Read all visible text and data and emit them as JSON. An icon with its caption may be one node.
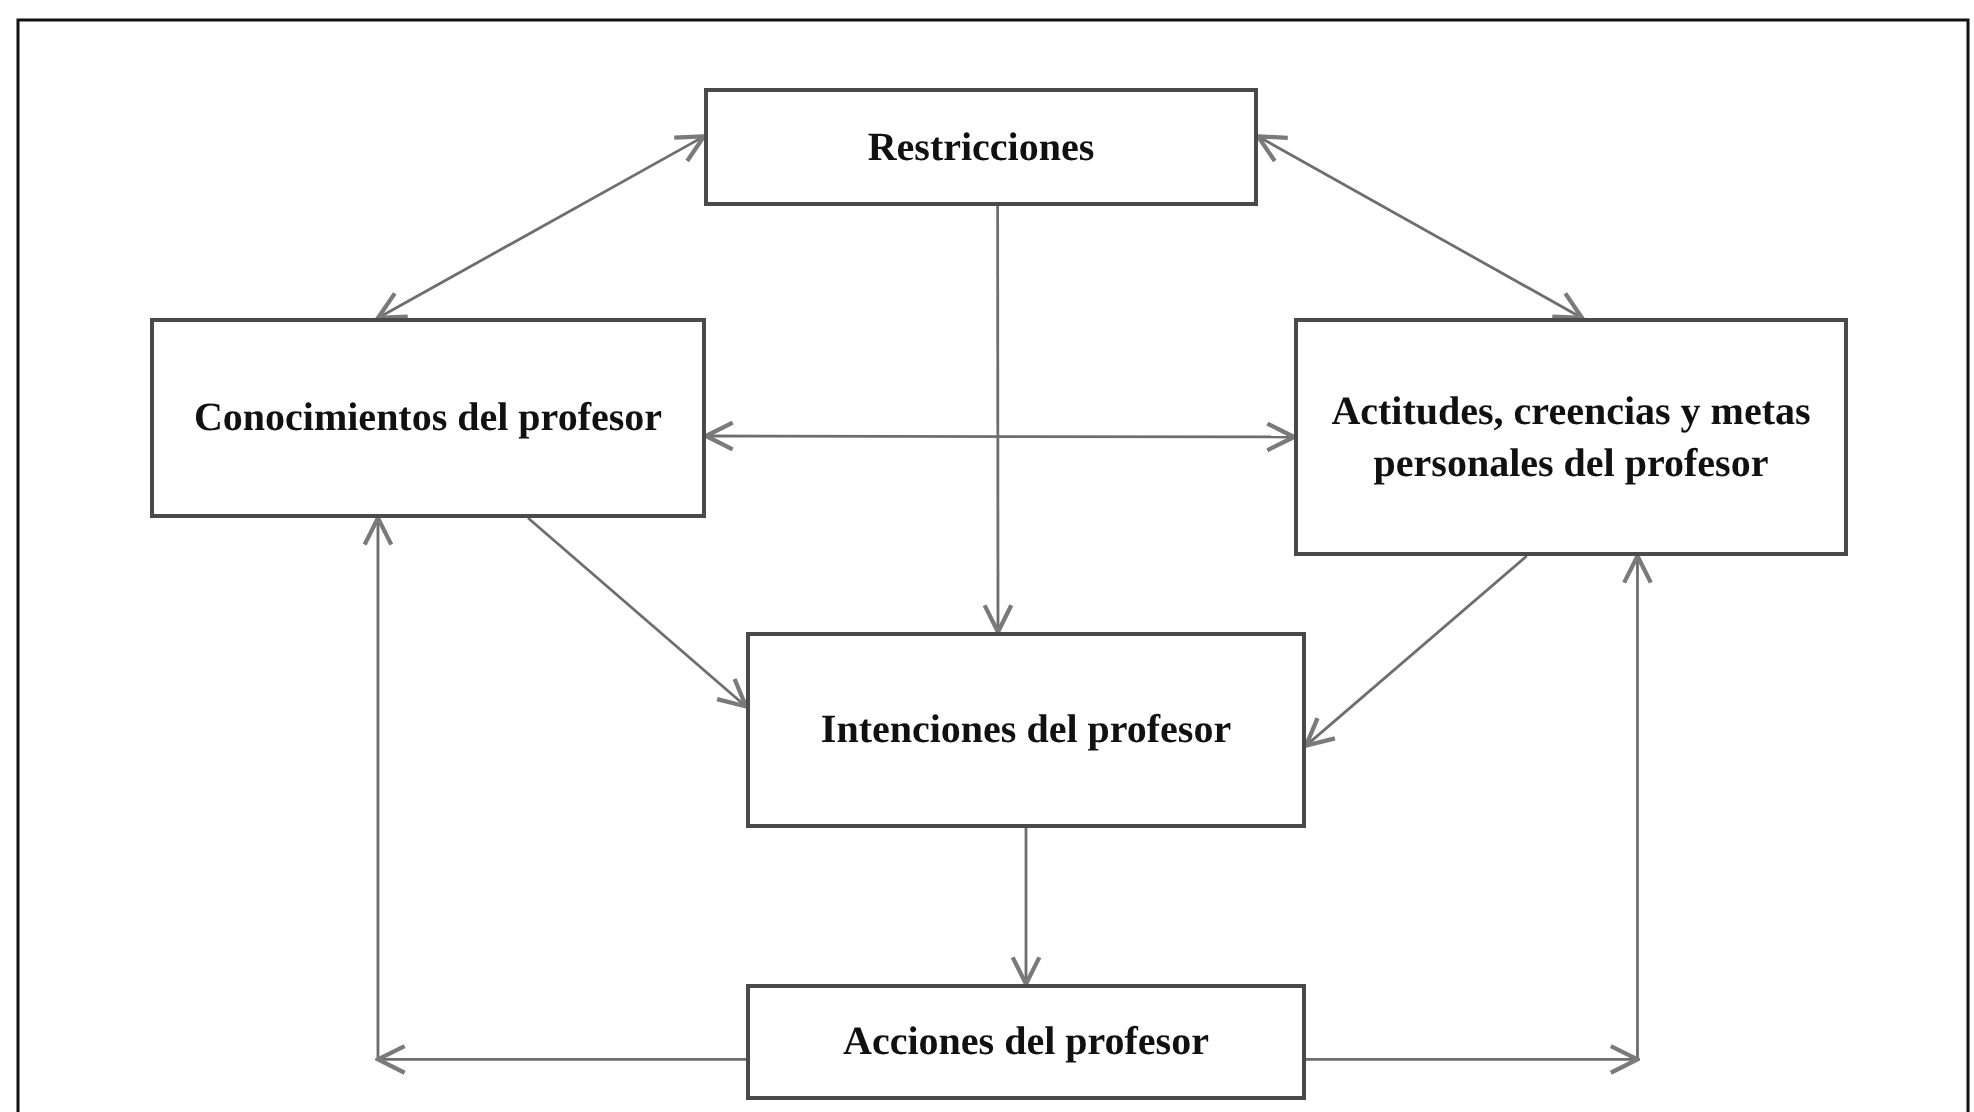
{
  "diagram": {
    "nodes": [
      {
        "text": [
          "Restricciones"
        ]
      },
      {
        "text": [
          "Conocimientos del profesor"
        ]
      },
      {
        "text": [
          "Actitudes, creencias y metas personales del profesor"
        ]
      },
      {
        "text": [
          "Intenciones del profesor"
        ]
      },
      {
        "text": [
          "Acciones del profesor"
        ]
      }
    ],
    "edges": [
      {
        "from": 0,
        "to": 1,
        "arrow": "both"
      },
      {
        "from": 0,
        "to": 2,
        "arrow": "both"
      },
      {
        "from": 0,
        "to": 3,
        "arrow": "to"
      },
      {
        "from": 1,
        "to": 2,
        "arrow": "both"
      },
      {
        "from": 1,
        "to": 3,
        "arrow": "to"
      },
      {
        "from": 2,
        "to": 3,
        "arrow": "to"
      },
      {
        "from": 3,
        "to": 4,
        "arrow": "to"
      },
      {
        "from": 4,
        "to": 1,
        "arrow": "to"
      },
      {
        "from": 4,
        "to": 2,
        "arrow": "to"
      }
    ]
  }
}
